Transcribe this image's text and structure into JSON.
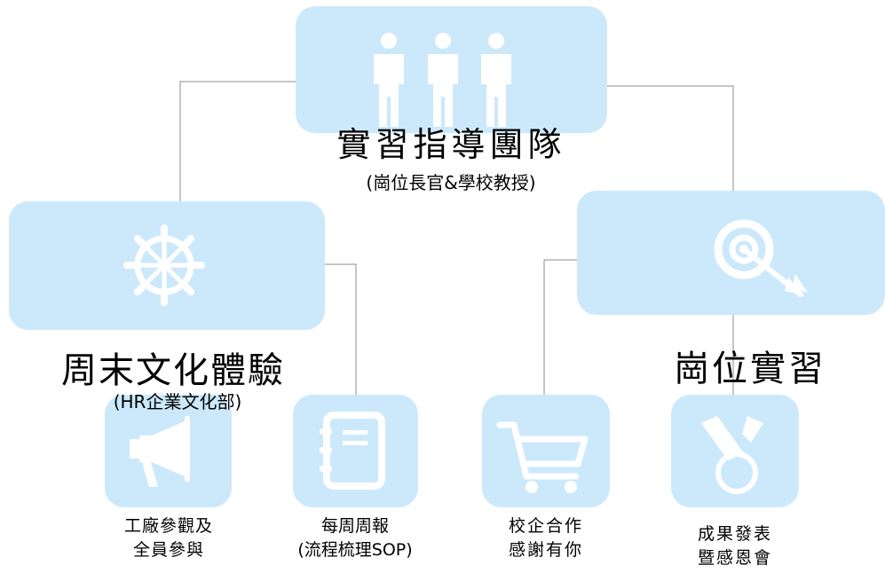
{
  "top": {
    "title": "實習指導團隊",
    "subtitle": "(崗位長官&學校教授)",
    "icon": "people-icon"
  },
  "left_branch": {
    "title": "周末文化體驗",
    "subtitle": "(HR企業文化部)",
    "icon": "ship-wheel-icon"
  },
  "right_branch": {
    "title": "崗位實習",
    "icon": "target-icon"
  },
  "items": [
    {
      "icon": "megaphone-icon",
      "line1": "工廠參觀及",
      "line2": "全員參與"
    },
    {
      "icon": "notebook-icon",
      "line1": "每周周報",
      "line2": "(流程梳理SOP)"
    },
    {
      "icon": "shopping-cart-icon",
      "line1": "校企合作",
      "line2": "感謝有你"
    },
    {
      "icon": "medal-icon",
      "line1": "成果發表",
      "line2": "暨感恩會"
    }
  ],
  "colors": {
    "tile": "#cce9fb",
    "icon": "#ffffff",
    "connector": "#8c8c8c"
  }
}
